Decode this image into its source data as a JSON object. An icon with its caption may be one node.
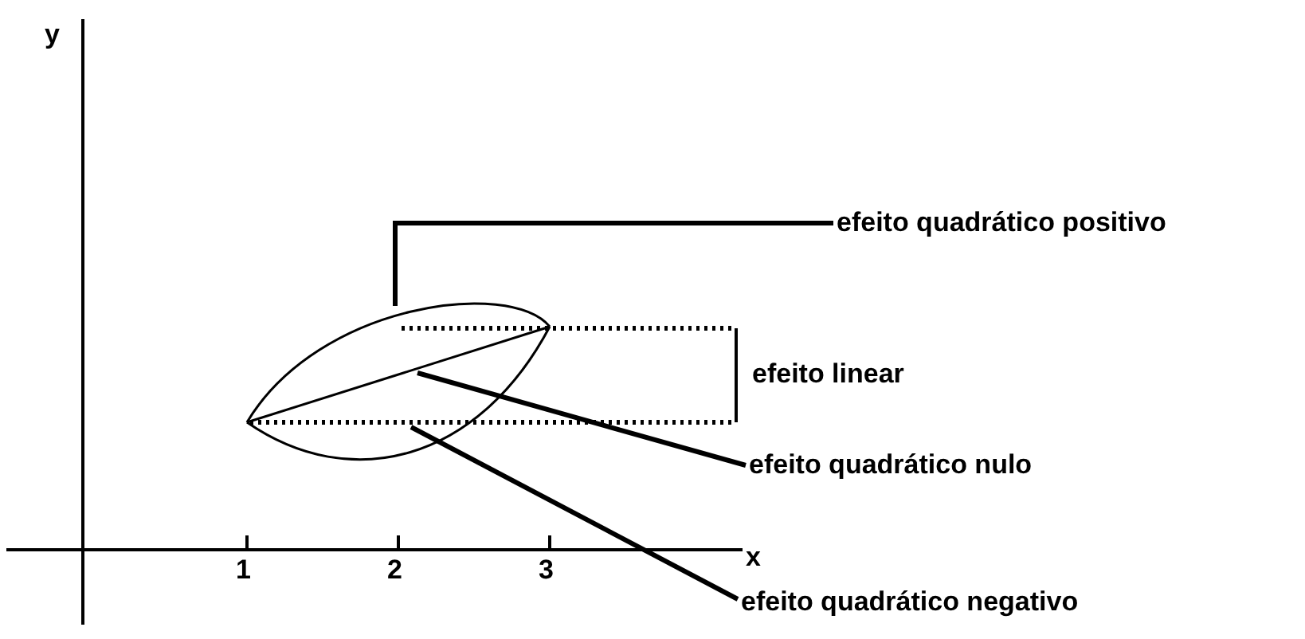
{
  "diagram": {
    "nodes": [
      {
        "text": [
          "efeito quadrático positivo"
        ]
      },
      {
        "text": [],
        "shape": "curve"
      },
      {
        "text": [
          "efeito quadrático nulo"
        ]
      },
      {
        "text": [],
        "shape": "line"
      },
      {
        "text": [
          "efeito quadrático negativo"
        ]
      },
      {
        "text": [],
        "shape": "curve"
      }
    ],
    "edges": [
      {
        "from": 0,
        "to": 1,
        "arrow": "none"
      },
      {
        "from": 2,
        "to": 3,
        "arrow": "none"
      },
      {
        "from": 4,
        "to": 5,
        "arrow": "none"
      }
    ],
    "labels": [
      "y",
      "efeito linear",
      "1",
      "2",
      "3",
      "x"
    ]
  }
}
